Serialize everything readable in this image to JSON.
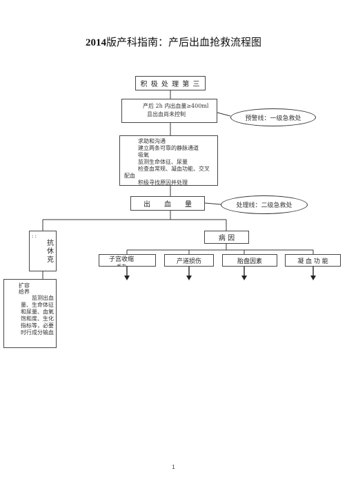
{
  "title": {
    "year": "2014",
    "text": "版产科指南：产后出血抢救流程图"
  },
  "nodes": {
    "active": "积 极 处 理 第 三",
    "measure_line1": "产后 2h 内出血量≥400ml",
    "measure_line2": "且出血尚未控制",
    "actions": [
      "求助和沟通",
      "建立两条可靠的静脉通道",
      "吸氧",
      "监测生命体征、尿量",
      "检查血常规、凝血功能、交叉",
      "配血",
      "积极寻找原因并处理"
    ],
    "blood": "出　　血　　量",
    "anti_marks": ": :",
    "anti": [
      "抗",
      "休",
      "克"
    ],
    "cause": "病 因",
    "causes": [
      "子宫收缩",
      "产道损伤",
      "胎盘因素",
      "凝 血 功 能"
    ],
    "cause_overflow": "乏力",
    "support": [
      "扩容",
      "给养",
      "监测出血",
      "量、生命体征",
      "和尿量、血氧",
      "饱和度、生化",
      "指标等，必要",
      "时行成分输血"
    ]
  },
  "ovals": {
    "warning": "预警线：一级急救处",
    "handling": "处理线：二级急救处"
  },
  "page_number": "1"
}
